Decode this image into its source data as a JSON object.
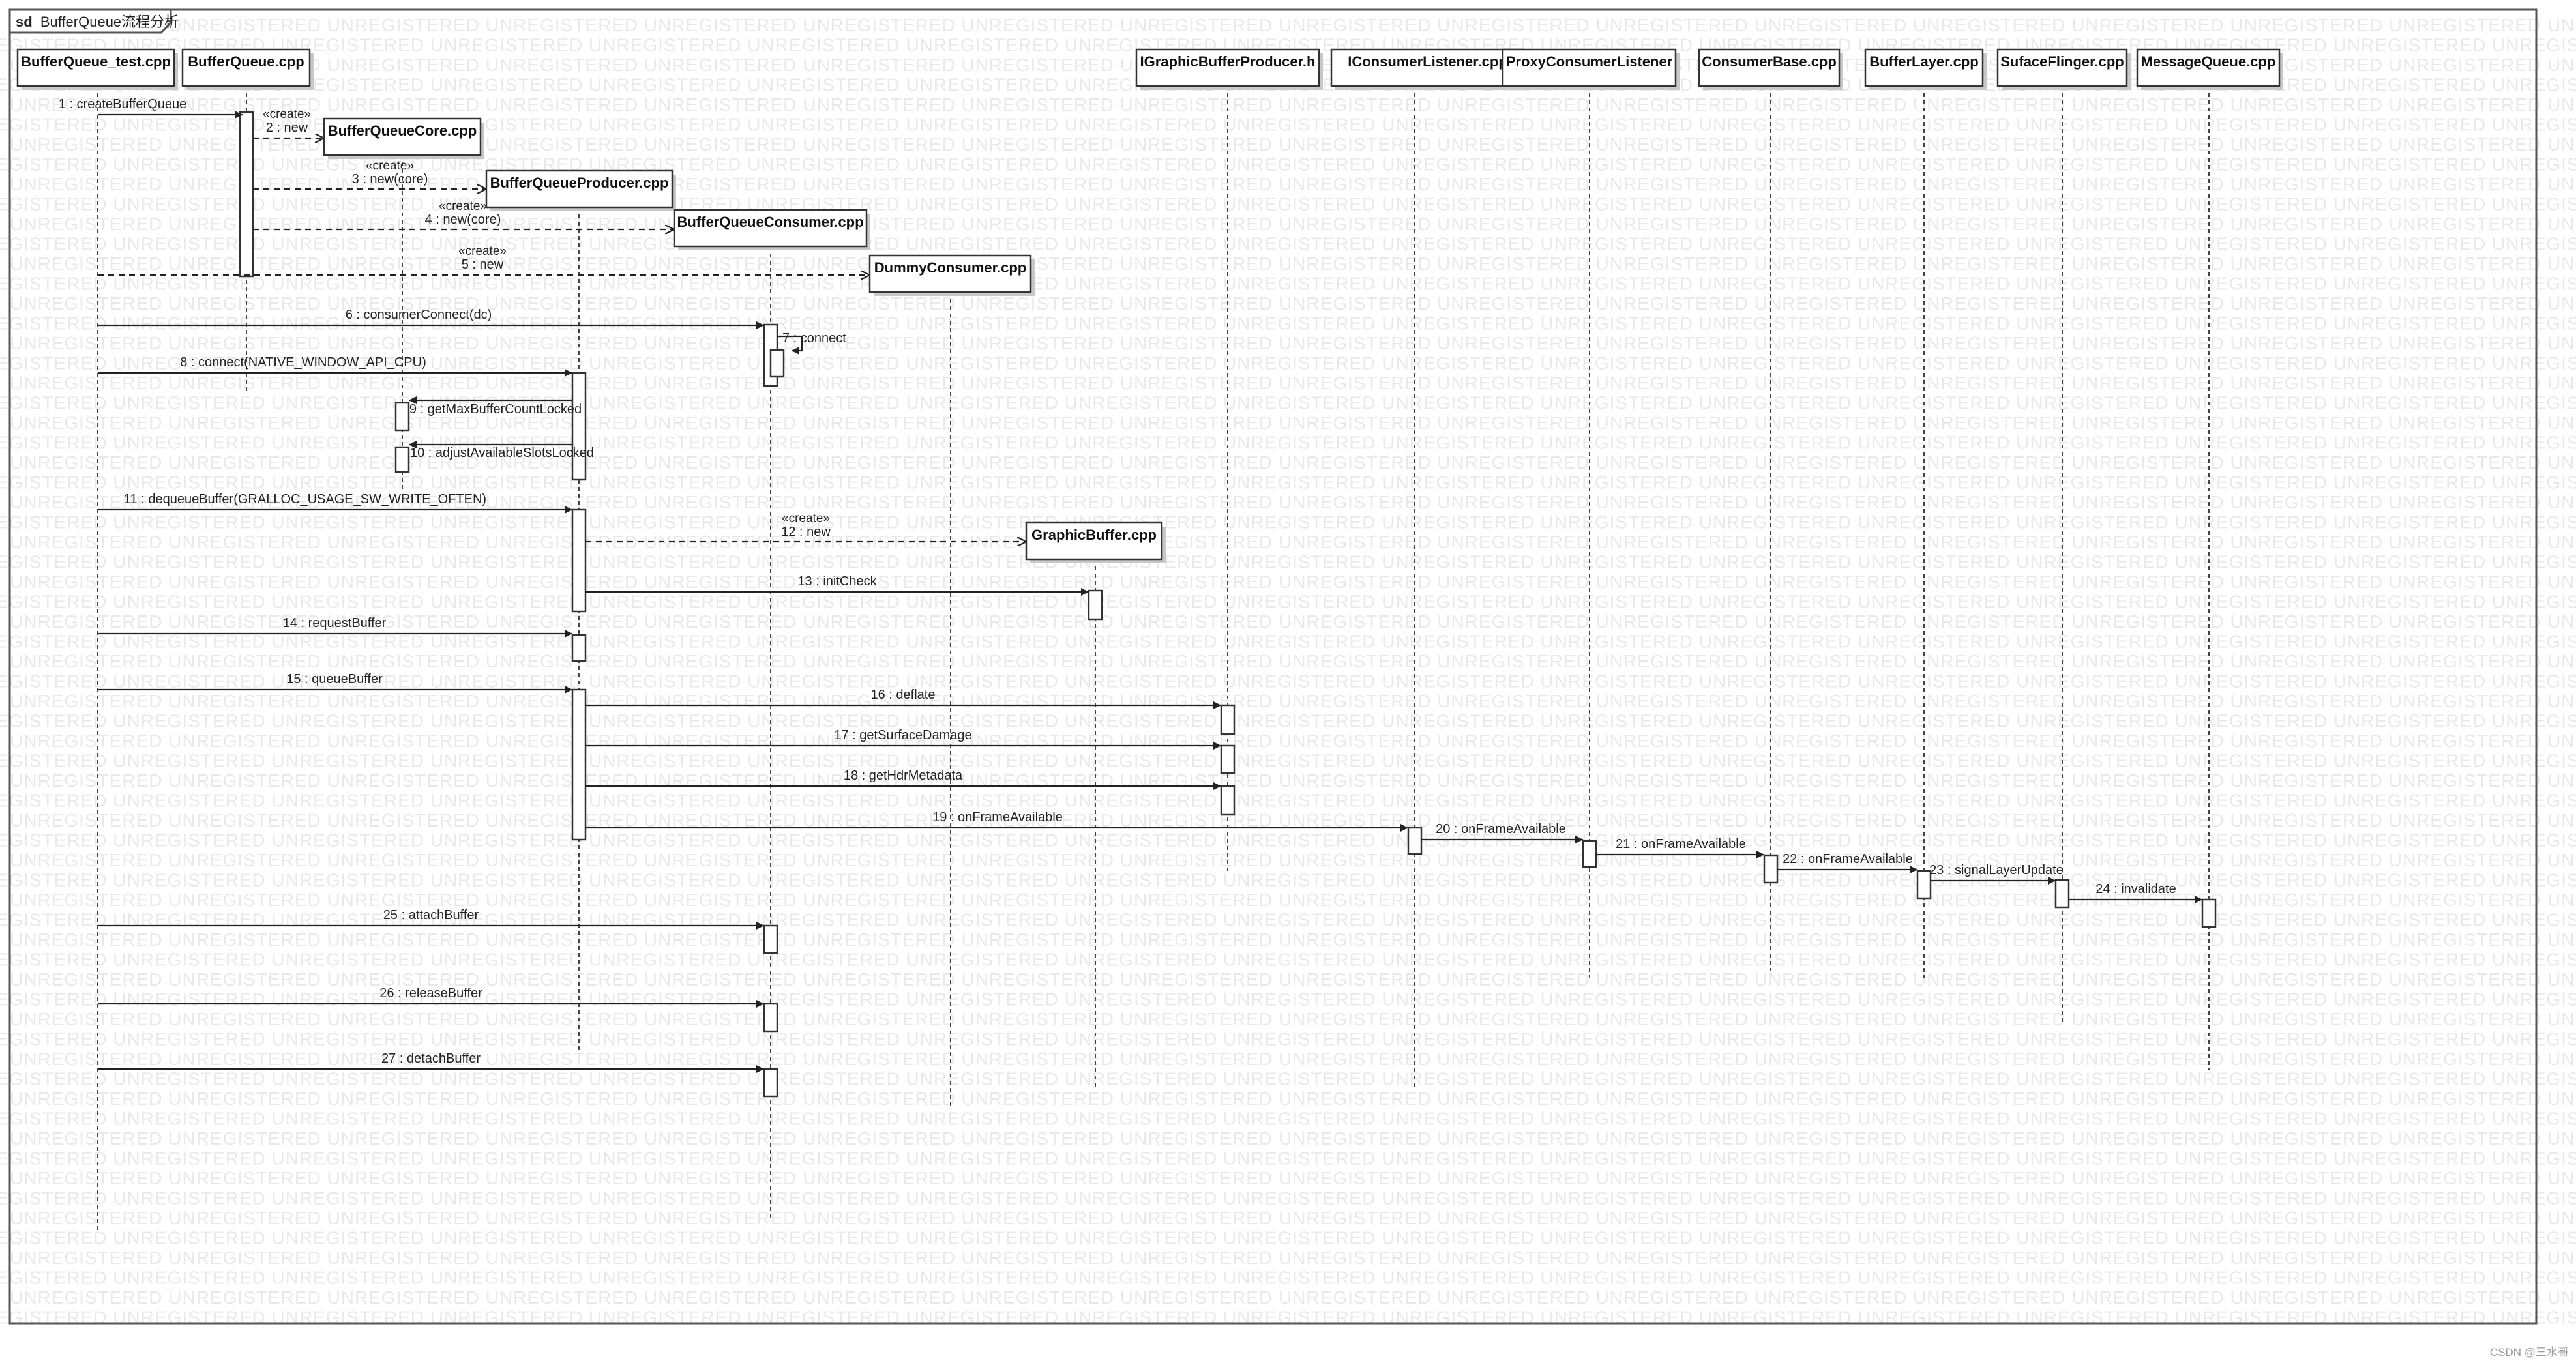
{
  "frame": {
    "keyword": "sd",
    "title": "BufferQueue流程分析"
  },
  "watermark": "UNREGISTERED",
  "credit": "CSDN @三水哥",
  "participants": [
    {
      "id": "test",
      "label": "BufferQueue_test.cpp"
    },
    {
      "id": "bq",
      "label": "BufferQueue.cpp"
    },
    {
      "id": "core",
      "label": "BufferQueueCore.cpp"
    },
    {
      "id": "prod",
      "label": "BufferQueueProducer.cpp"
    },
    {
      "id": "cons",
      "label": "BufferQueueConsumer.cpp"
    },
    {
      "id": "dummy",
      "label": "DummyConsumer.cpp"
    },
    {
      "id": "gb",
      "label": "GraphicBuffer.cpp"
    },
    {
      "id": "igbp",
      "label": "IGraphicBufferProducer.h"
    },
    {
      "id": "icl",
      "label": "IConsumerListener.cpp"
    },
    {
      "id": "pcl",
      "label": "ProxyConsumerListener"
    },
    {
      "id": "cb",
      "label": "ConsumerBase.cpp"
    },
    {
      "id": "bl",
      "label": "BufferLayer.cpp"
    },
    {
      "id": "sf",
      "label": "SufaceFlinger.cpp"
    },
    {
      "id": "mq",
      "label": "MessageQueue.cpp"
    }
  ],
  "messages": [
    {
      "n": 1,
      "label": "1 : createBufferQueue",
      "from": "test",
      "to": "bq"
    },
    {
      "n": 2,
      "label": "2 : new",
      "stereotype": "«create»",
      "from": "bq",
      "to": "core",
      "kind": "create"
    },
    {
      "n": 3,
      "label": "3 : new(core)",
      "stereotype": "«create»",
      "from": "bq",
      "to": "prod",
      "kind": "create"
    },
    {
      "n": 4,
      "label": "4 : new(core)",
      "stereotype": "«create»",
      "from": "bq",
      "to": "cons",
      "kind": "create"
    },
    {
      "n": 5,
      "label": "5 : new",
      "stereotype": "«create»",
      "from": "test",
      "to": "dummy",
      "kind": "create"
    },
    {
      "n": 6,
      "label": "6 : consumerConnect(dc)",
      "from": "test",
      "to": "cons"
    },
    {
      "n": 7,
      "label": "7 : connect",
      "from": "cons",
      "to": "cons",
      "kind": "self"
    },
    {
      "n": 8,
      "label": "8 : connect(NATIVE_WINDOW_API_CPU)",
      "from": "test",
      "to": "prod"
    },
    {
      "n": 9,
      "label": "9 : getMaxBufferCountLocked",
      "from": "prod",
      "to": "core"
    },
    {
      "n": 10,
      "label": "10 : adjustAvailableSlotsLocked",
      "from": "prod",
      "to": "core"
    },
    {
      "n": 11,
      "label": "11 : dequeueBuffer(GRALLOC_USAGE_SW_WRITE_OFTEN)",
      "from": "test",
      "to": "prod"
    },
    {
      "n": 12,
      "label": "12 : new",
      "stereotype": "«create»",
      "from": "prod",
      "to": "gb",
      "kind": "create"
    },
    {
      "n": 13,
      "label": "13 : initCheck",
      "from": "prod",
      "to": "gb"
    },
    {
      "n": 14,
      "label": "14 : requestBuffer",
      "from": "test",
      "to": "prod"
    },
    {
      "n": 15,
      "label": "15 : queueBuffer",
      "from": "test",
      "to": "prod"
    },
    {
      "n": 16,
      "label": "16 : deflate",
      "from": "prod",
      "to": "igbp"
    },
    {
      "n": 17,
      "label": "17 : getSurfaceDamage",
      "from": "prod",
      "to": "igbp"
    },
    {
      "n": 18,
      "label": "18 : getHdrMetadata",
      "from": "prod",
      "to": "igbp"
    },
    {
      "n": 19,
      "label": "19 : onFrameAvailable",
      "from": "prod",
      "to": "icl"
    },
    {
      "n": 20,
      "label": "20 : onFrameAvailable",
      "from": "icl",
      "to": "pcl"
    },
    {
      "n": 21,
      "label": "21 : onFrameAvailable",
      "from": "pcl",
      "to": "cb"
    },
    {
      "n": 22,
      "label": "22 : onFrameAvailable",
      "from": "cb",
      "to": "bl"
    },
    {
      "n": 23,
      "label": "23 : signalLayerUpdate",
      "from": "bl",
      "to": "sf"
    },
    {
      "n": 24,
      "label": "24 : invalidate",
      "from": "sf",
      "to": "mq"
    },
    {
      "n": 25,
      "label": "25 : attachBuffer",
      "from": "test",
      "to": "cons"
    },
    {
      "n": 26,
      "label": "26 : releaseBuffer",
      "from": "test",
      "to": "cons"
    },
    {
      "n": 27,
      "label": "27 : detachBuffer",
      "from": "test",
      "to": "cons"
    }
  ]
}
